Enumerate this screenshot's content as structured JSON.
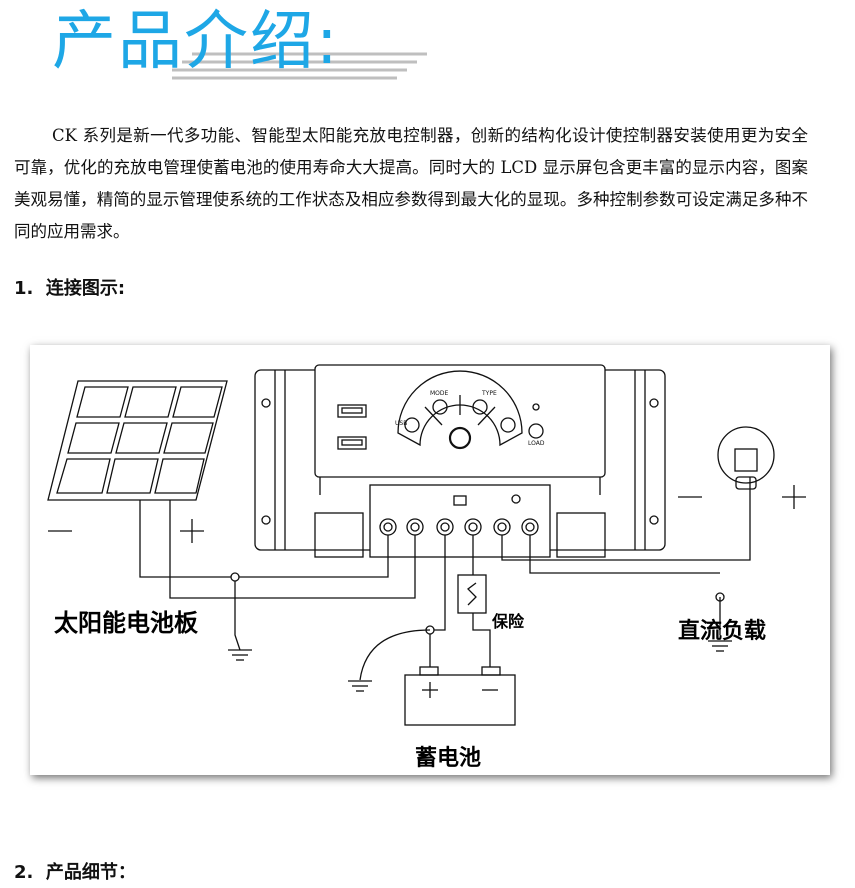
{
  "page_title": "产品介绍:",
  "intro_paragraph": "CK 系列是新一代多功能、智能型太阳能充放电控制器，创新的结构化设计使控制器安装使用更为安全可靠，优化的充放电管理使蓄电池的使用寿命大大提高。同时大的 LCD 显示屏包含更丰富的显示内容，图案美观易懂，精简的显示管理使系统的工作状态及相应参数得到最大化的显现。多种控制参数可设定满足多种不同的应用需求。",
  "section1": {
    "number": "1.",
    "title": "连接图示:"
  },
  "diagram": {
    "solar_panel_label": "太阳能电池板",
    "fuse_label": "保险",
    "dc_load_label": "直流负载",
    "battery_label": "蓄电池",
    "controller_button_labels": [
      "MODE",
      "TYPE",
      "USB",
      "LOAD"
    ],
    "plus_symbol": "+",
    "minus_symbol": "−"
  },
  "section2": {
    "number": "2.",
    "title": "产品细节："
  },
  "colors": {
    "title": "#1ea7e6",
    "text": "#111111"
  }
}
